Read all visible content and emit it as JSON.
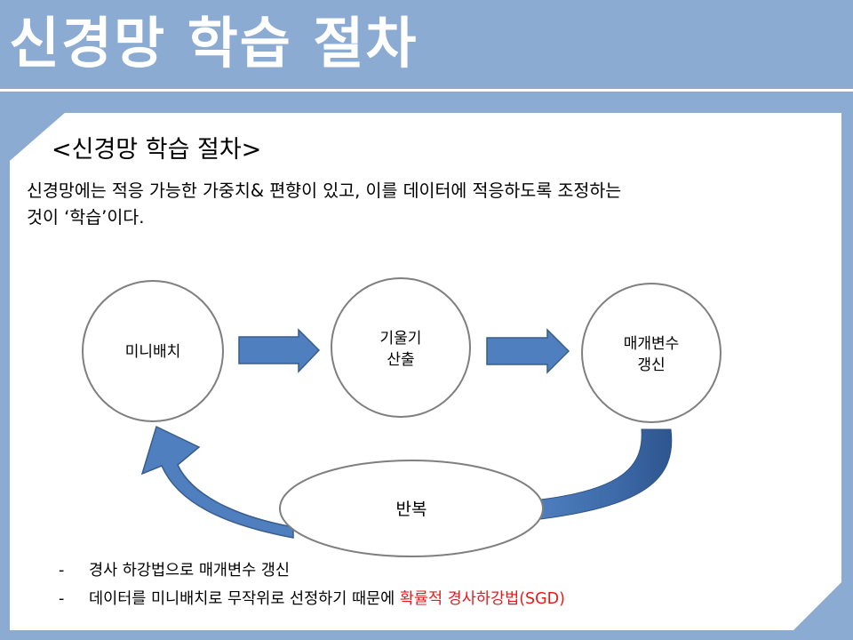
{
  "slide": {
    "title": "신경망 학습 절차",
    "subtitle": "<신경망 학습 절차>",
    "description_line1": "신경망에는 적응 가능한 가중치& 편향이 있고, 이를 데이터에 적응하도록 조정하는",
    "description_line2": "것이 ‘학습’이다."
  },
  "diagram": {
    "nodes": [
      {
        "id": "minibatch",
        "line1": "미니배치",
        "line2": ""
      },
      {
        "id": "gradient",
        "line1": "기울기",
        "line2": "산출"
      },
      {
        "id": "update",
        "line1": "매개변수",
        "line2": "갱신"
      }
    ],
    "loop_label": "반복",
    "colors": {
      "arrow_fill": "#4f7fbf",
      "arrow_stroke": "#385d8a",
      "circle_stroke": "#7f7f7f"
    }
  },
  "bullets": {
    "dash": "-",
    "item1": "경사 하강법으로 매개변수 갱신",
    "item2_prefix": "데이터를 미니배치로 무작위로 선정하기 때문에 ",
    "item2_highlight": "확률적 경사하강법",
    "item2_suffix": "(SGD)",
    "highlight_color": "#e51b1b"
  }
}
